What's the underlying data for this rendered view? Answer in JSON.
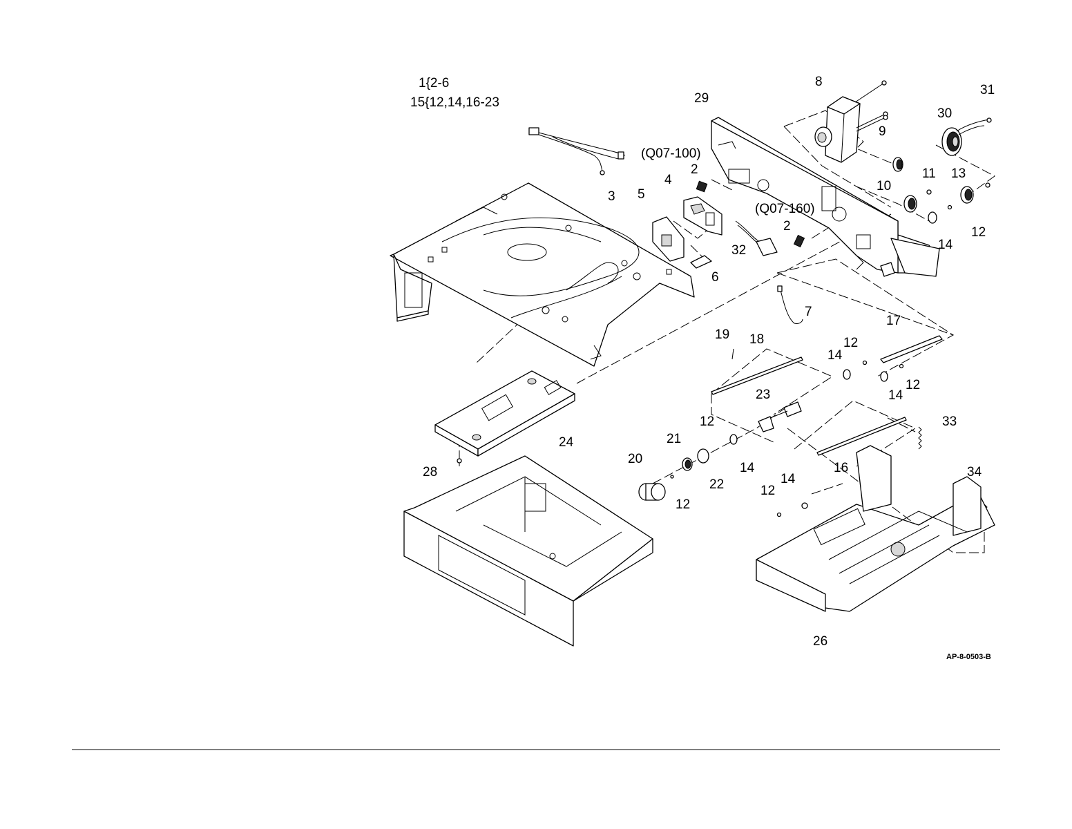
{
  "notes": {
    "line1": "1{2-6",
    "line2": "15{12,14,16-23"
  },
  "callouts": {
    "c8": "8",
    "c31": "31",
    "c29": "29",
    "c30": "30",
    "c9": "9",
    "q07_100": "(Q07-100)",
    "c2a": "2",
    "c11": "11",
    "c13": "13",
    "c4": "4",
    "c3": "3",
    "c5": "5",
    "c10": "10",
    "q07_160": "(Q07-160)",
    "c2b": "2",
    "c12a": "12",
    "c14a": "14",
    "c32": "32",
    "c6": "6",
    "c7": "7",
    "c19": "19",
    "c18": "18",
    "c17": "17",
    "c12b": "12",
    "c14b": "14",
    "c12c": "12",
    "c14c": "14",
    "c23": "23",
    "c33": "33",
    "c24": "24",
    "c12d": "12",
    "c21": "21",
    "c20": "20",
    "c22": "22",
    "c14d": "14",
    "c16": "16",
    "c12e": "12",
    "c28": "28",
    "c14e": "14",
    "c12f": "12",
    "c34": "34",
    "c26": "26"
  },
  "figure_id": "AP-8-0503-B"
}
